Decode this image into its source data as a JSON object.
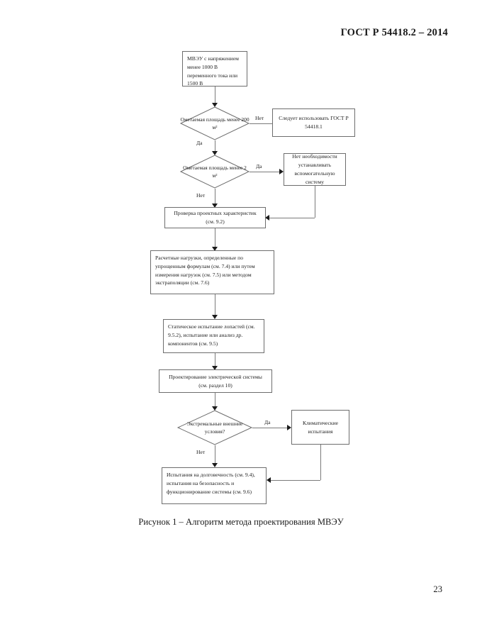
{
  "document": {
    "header": "ГОСТ Р 54418.2 – 2014",
    "page_number": "23",
    "caption": "Рисунок 1 – Алгоритм метода проектирования МВЭУ"
  },
  "flowchart": {
    "nodes": {
      "start": "МВЭУ с напряжением менее 1000 В переменного тока или 1500 В",
      "decision_200": "Ометаемая площадь менее 200 м²",
      "use_gost_1": "Следует использовать ГОСТ Р 54418.1",
      "decision_2": "Ометаемая площадь менее 2 м²",
      "no_aux_needed": "Нет необходимости устанавливать вспомогательную систему",
      "check_design": "Проверка проектных характеристик (см. 9.2)",
      "design_loads": "Расчетные нагрузки, определенные по упрощенным формулам (см. 7.4) или путем измерения нагрузок (см. 7.5) или методом экстраполяции (см. 7.6)",
      "static_test": "Статическое испытание лопастей (см. 9.5.2), испытание или анализ др. компонентов (см. 9.5)",
      "electrical_design": "Проектирование электрической системы (см. раздел 10)",
      "decision_extreme": "Экстремальные внешние условия?",
      "climatic_tests": "Климатические испытания",
      "durability_tests": "Испытания на долговечность (см. 9.4), испытания на безопасность и функционирование системы (см. 9.6)"
    },
    "edge_labels": {
      "d200_no": "Нет",
      "d200_yes": "Да",
      "d2_yes": "Да",
      "d2_no": "Нет",
      "dext_yes": "Да",
      "dext_no": "Нет"
    }
  }
}
